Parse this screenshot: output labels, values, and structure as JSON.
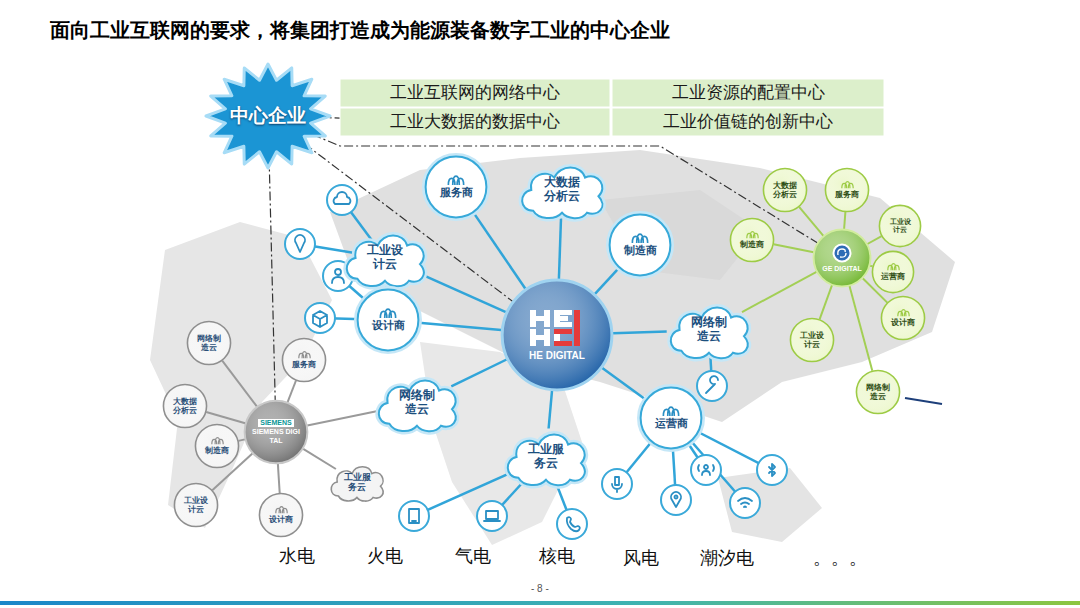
{
  "diagram": {
    "title": "面向工业互联网的要求，将集团打造成为能源装备数字工业的中心企业",
    "nodes": [
      {
        "text": [
          "中心企业"
        ]
      },
      {
        "text": [
          "工业互联网的网络中心"
        ]
      },
      {
        "text": [
          "工业资源的配置中心"
        ]
      },
      {
        "text": [
          "工业大数据的数据中心"
        ]
      },
      {
        "text": [
          "工业价值链的创新中心"
        ]
      },
      {
        "text": [
          "HE DIGITAL"
        ]
      },
      {
        "text": [
          "工业设计云"
        ]
      },
      {
        "text": [
          "服务商"
        ]
      },
      {
        "text": [
          "大数据分析云"
        ]
      },
      {
        "text": [
          "设计商"
        ]
      },
      {
        "text": [
          "制造商"
        ]
      },
      {
        "text": [
          "网络制造云"
        ]
      },
      {
        "text": [
          "网络制造云"
        ]
      },
      {
        "text": [
          "运营商"
        ]
      },
      {
        "text": [
          "工业服务云"
        ]
      },
      {
        "text": [
          "SIEMENS",
          "SIEMENS DIGITAL"
        ]
      },
      {
        "text": [
          "网络制造云"
        ]
      },
      {
        "text": [
          "服务商"
        ]
      },
      {
        "text": [
          "大数据分析云"
        ]
      },
      {
        "text": [
          "制造商"
        ]
      },
      {
        "text": [
          "工业设计云"
        ]
      },
      {
        "text": [
          "设计商"
        ]
      },
      {
        "text": [
          "工业服务云"
        ]
      },
      {
        "text": [
          "GE DIGITAL"
        ]
      },
      {
        "text": [
          "大数据分析云"
        ]
      },
      {
        "text": [
          "服务商"
        ]
      },
      {
        "text": [
          "制造商"
        ]
      },
      {
        "text": [
          "工业设计云"
        ]
      },
      {
        "text": [
          "运营商"
        ]
      },
      {
        "text": [
          "设计商"
        ]
      },
      {
        "text": [
          "工业设计云"
        ]
      },
      {
        "text": [
          "网络制造云"
        ]
      }
    ],
    "edges": [
      {
        "from": 0,
        "to": 3,
        "arrow": "none"
      },
      {
        "from": 0,
        "to": 5,
        "arrow": "none"
      },
      {
        "from": 0,
        "to": 15,
        "arrow": "none"
      },
      {
        "from": 0,
        "to": 23,
        "arrow": "none"
      },
      {
        "from": 5,
        "to": 6,
        "arrow": "none"
      },
      {
        "from": 5,
        "to": 7,
        "arrow": "none"
      },
      {
        "from": 5,
        "to": 8,
        "arrow": "none"
      },
      {
        "from": 5,
        "to": 9,
        "arrow": "none"
      },
      {
        "from": 5,
        "to": 10,
        "arrow": "none"
      },
      {
        "from": 5,
        "to": 11,
        "arrow": "none"
      },
      {
        "from": 5,
        "to": 12,
        "arrow": "none"
      },
      {
        "from": 5,
        "to": 13,
        "arrow": "none"
      },
      {
        "from": 5,
        "to": 14,
        "arrow": "none"
      },
      {
        "from": 6,
        "to": 9,
        "arrow": "none"
      },
      {
        "from": 15,
        "to": 16,
        "arrow": "none"
      },
      {
        "from": 15,
        "to": 17,
        "arrow": "none"
      },
      {
        "from": 15,
        "to": 18,
        "arrow": "none"
      },
      {
        "from": 15,
        "to": 19,
        "arrow": "none"
      },
      {
        "from": 15,
        "to": 20,
        "arrow": "none"
      },
      {
        "from": 15,
        "to": 21,
        "arrow": "none"
      },
      {
        "from": 15,
        "to": 22,
        "arrow": "none"
      },
      {
        "from": 15,
        "to": 12,
        "arrow": "none"
      },
      {
        "from": 23,
        "to": 24,
        "arrow": "none"
      },
      {
        "from": 23,
        "to": 25,
        "arrow": "none"
      },
      {
        "from": 23,
        "to": 26,
        "arrow": "none"
      },
      {
        "from": 23,
        "to": 27,
        "arrow": "none"
      },
      {
        "from": 23,
        "to": 28,
        "arrow": "none"
      },
      {
        "from": 23,
        "to": 29,
        "arrow": "none"
      },
      {
        "from": 23,
        "to": 30,
        "arrow": "none"
      },
      {
        "from": 23,
        "to": 31,
        "arrow": "none"
      },
      {
        "from": 23,
        "to": 11,
        "arrow": "none"
      }
    ],
    "labels": [
      "水电",
      "火电",
      "气电",
      "核电",
      "风电",
      "潮汐电",
      "。。。",
      "- 8 -"
    ]
  }
}
